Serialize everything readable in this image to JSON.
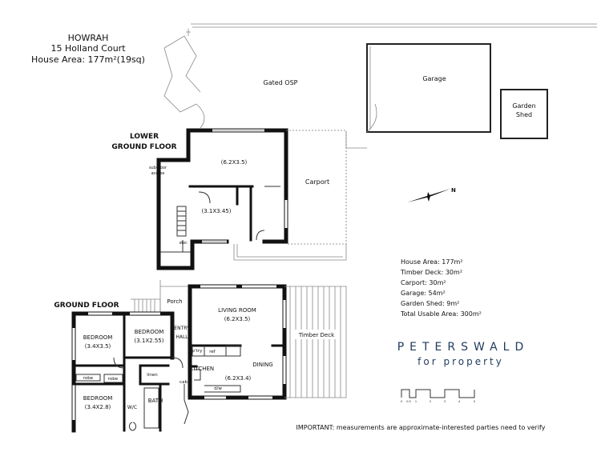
{
  "header": {
    "suburb": "HOWRAH",
    "address": "15 Holland Court",
    "house_area": "House Area: 177m²(19sq)"
  },
  "site": {
    "gated_osp": "Gated OSP",
    "garage": "Garage",
    "garden_shed_line1": "Garden",
    "garden_shed_line2": "Shed",
    "carport": "Carport",
    "timber_deck": "Timber Deck",
    "north_label": "N"
  },
  "lower_ground": {
    "title_line1": "LOWER",
    "title_line2": "GROUND FLOOR",
    "subfloor_line1": "sub-floor",
    "subfloor_line2": "access",
    "room_large": "(6.2X3.5)",
    "room_small": "(3.1X3.45)",
    "storage": "stor."
  },
  "ground": {
    "title": "GROUND FLOOR",
    "porch": "Porch",
    "entry_line1": "ENTRY",
    "entry_line2": "HALL",
    "living_label": "LIVING ROOM",
    "living_dim": "(6.2X3.5)",
    "bed1_label": "BEDROOM",
    "bed1_dim": "(3.4X3.5)",
    "bed2_label": "BEDROOM",
    "bed2_dim": "(3.1X2.55)",
    "bed3_label": "BEDROOM",
    "bed3_dim": "(3.4X2.8)",
    "robe1": "robe",
    "robe2": "robe",
    "linen": "linen",
    "pantry": "p'try",
    "ref": "ref",
    "kitchen_label": "KITCHEN",
    "kitchen_dim": "(6.2X3.4)",
    "dining": "DINING",
    "dw": "d/w",
    "cab": "cab",
    "bath": "BATH",
    "wc": "W/C"
  },
  "areas": [
    "House Area: 177m²",
    "Timber Deck: 30m²",
    "Carport: 30m²",
    "Garage: 54m²",
    "Garden Shed: 9m²",
    "Total Usable Area: 300m²"
  ],
  "logo": {
    "name": "PETERSWALD",
    "tagline": "for property",
    "color": "#1f3a5c"
  },
  "scale": {
    "ticks": [
      "0",
      "0.5",
      "1",
      "2",
      "3",
      "4",
      "5"
    ]
  },
  "disclaimer": "IMPORTANT: measurements are approximate-interested parties need to verify"
}
